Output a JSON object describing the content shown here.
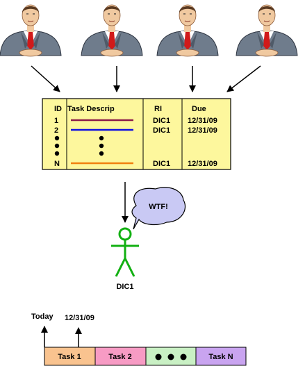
{
  "table": {
    "headers": {
      "id": "ID",
      "task": "Task Descrip",
      "ri": "RI",
      "due": "Due"
    },
    "rows": [
      {
        "id": "1",
        "ri": "DIC1",
        "due": "12/31/09",
        "line_color": "#8b1a4a"
      },
      {
        "id": "2",
        "ri": "DIC1",
        "due": "12/31/09",
        "line_color": "#1010e0"
      },
      {
        "id": "N",
        "ri": "DIC1",
        "due": "12/31/09",
        "line_color": "#f08010"
      }
    ]
  },
  "speech_bubble": {
    "text": "WTF!"
  },
  "stick_figure": {
    "label": "DIC1"
  },
  "timeline": {
    "today_label": "Today",
    "due_label": "12/31/09",
    "segments": [
      {
        "label": "Task 1",
        "color": "#f9c38f"
      },
      {
        "label": "Task 2",
        "color": "#f79bc4"
      },
      {
        "label": "",
        "color": "#c9f0c4"
      },
      {
        "label": "Task N",
        "color": "#c9a4f0"
      }
    ]
  },
  "colors": {
    "table_fill": "#fdf79d",
    "bubble_fill": "#c9c9f4",
    "figure_color": "#12b012",
    "suit": "#6f7c8c",
    "tie": "#d11a1a"
  }
}
